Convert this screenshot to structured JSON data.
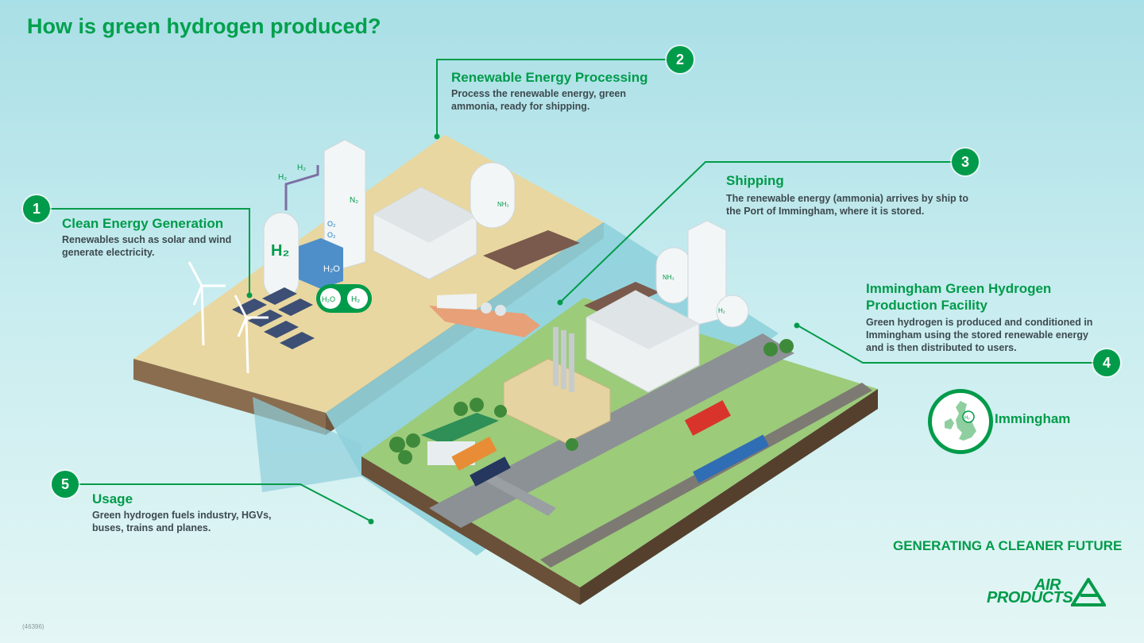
{
  "title": "How is green hydrogen produced?",
  "steps": [
    {
      "number": "1",
      "title": "Clean Energy Generation",
      "desc_lines": [
        "Renewables such as solar and wind",
        "generate electricity."
      ]
    },
    {
      "number": "2",
      "title": "Renewable Energy Processing",
      "desc_lines": [
        "Process the renewable energy, green",
        "ammonia, ready for shipping."
      ]
    },
    {
      "number": "3",
      "title": "Shipping",
      "desc_lines": [
        "The renewable energy (ammonia) arrives by ship to",
        "the Port of Immingham, where it is stored."
      ]
    },
    {
      "number": "4",
      "title_lines": [
        "Immingham Green Hydrogen",
        "Production Facility"
      ],
      "desc_lines": [
        "Green hydrogen is produced and conditioned in",
        "Immingham using the stored renewable energy",
        "and is then distributed to users."
      ]
    },
    {
      "number": "5",
      "title": "Usage",
      "desc_lines": [
        "Green hydrogen fuels industry, HGVs,",
        "buses, trains and planes."
      ]
    }
  ],
  "scene_labels": {
    "h2_tank": "H₂",
    "h2_pipe_a": "H₂",
    "h2_pipe_b": "H₂",
    "n2_tower": "N₂",
    "o2_a": "O₂",
    "o2_b": "O₂",
    "water": "H₂O",
    "nh3_tank": "NH₃",
    "nh3_badge": "H₂O",
    "h2_badge": "H₂",
    "nh3_port_tank": "NH₃",
    "h2_facility": "H₂"
  },
  "map": {
    "label": "Immingham",
    "pin_label": "H₂"
  },
  "tagline": "GENERATING A CLEANER FUTURE",
  "logo": {
    "line1": "AIR",
    "line2": "PRODUCTS"
  },
  "ref": "(46396)",
  "colors": {
    "brand_green": "#009b4a",
    "text_dark": "#3d4a4f",
    "sea": "#7ec8d6",
    "sand": "#e6d39b",
    "grass": "#8dc26f"
  }
}
